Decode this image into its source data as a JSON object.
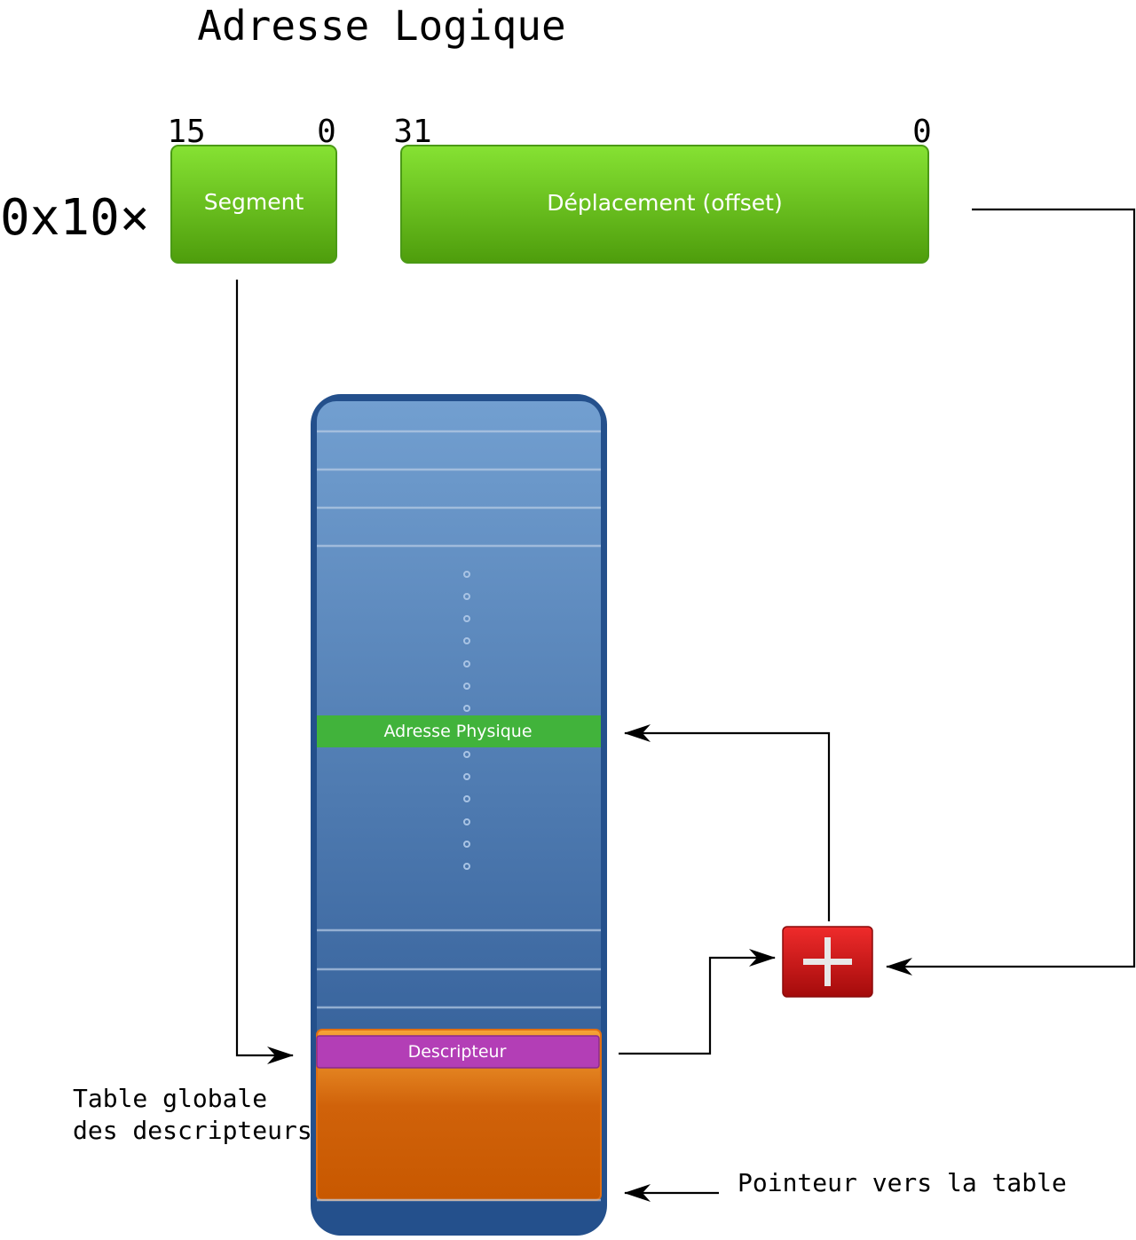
{
  "title": "Adresse Logique",
  "bit_labels": {
    "segment_high": "15",
    "segment_low": "0",
    "offset_high": "31",
    "offset_low": "0"
  },
  "multiplier": "0x10×",
  "segment_label": "Segment",
  "offset_label": "Déplacement (offset)",
  "physical_address_label": "Adresse Physique",
  "descriptor_label": "Descripteur",
  "table_label_line1": "Table globale",
  "table_label_line2": "des descripteurs",
  "pointer_label": "Pointeur vers la table",
  "adder_symbol": "plus-icon",
  "colors": {
    "green_box": "#5cb81a",
    "table_blue": "#2a5590",
    "physical_green": "#41b33b",
    "descriptor_purple": "#b33eb6",
    "descriptor_orange": "#d0620a",
    "adder_red": "#d41515"
  }
}
